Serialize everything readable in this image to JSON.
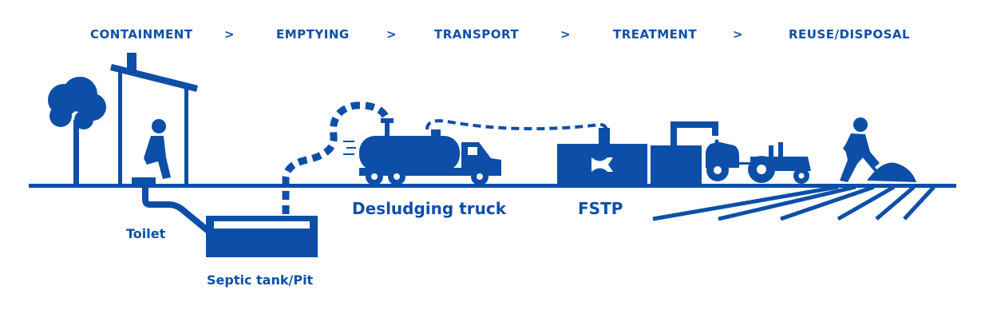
{
  "stages": [
    "CONTAINMENT",
    "EMPTYING",
    "TRANSPORT",
    "TREATMENT",
    "REUSE/DISPOSAL"
  ],
  "separator": ">",
  "labels": {
    "toilet": "Toilet",
    "septic_tank": "Septic tank/Pit",
    "truck": "Desludging truck",
    "fstp": "FSTP"
  },
  "colors": {
    "primary": "#0d4fa8",
    "background": "#ffffff"
  },
  "icons": [
    "tree-icon",
    "toilet-house-icon",
    "person-squatting-icon",
    "septic-tank-icon",
    "hose-icon",
    "desludging-truck-icon",
    "fstp-plant-icon",
    "treatment-tank-icon",
    "cart-icon",
    "tractor-icon",
    "farmer-shoveling-icon",
    "field-furrows-icon"
  ]
}
